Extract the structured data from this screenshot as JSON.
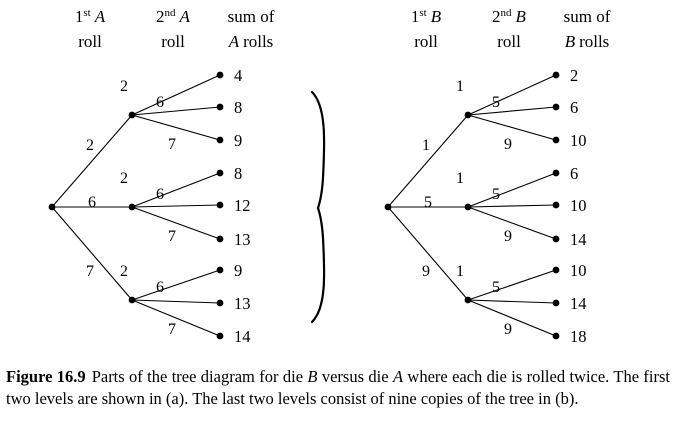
{
  "tree_a": {
    "headers": [
      {
        "ord": "1",
        "sup": "st",
        "var": "A",
        "line2": "roll"
      },
      {
        "ord": "2",
        "sup": "nd",
        "var": "A",
        "line2": "roll"
      },
      {
        "pre": "sum of",
        "var": "A",
        "post": "rolls"
      }
    ],
    "first_labels": [
      "2",
      "6",
      "7"
    ],
    "second_labels": [
      "2",
      "6",
      "7"
    ],
    "sums": [
      [
        "4",
        "8",
        "9"
      ],
      [
        "8",
        "12",
        "13"
      ],
      [
        "9",
        "13",
        "14"
      ]
    ]
  },
  "tree_b": {
    "headers": [
      {
        "ord": "1",
        "sup": "st",
        "var": "B",
        "line2": "roll"
      },
      {
        "ord": "2",
        "sup": "nd",
        "var": "B",
        "line2": "roll"
      },
      {
        "pre": "sum of",
        "var": "B",
        "post": "rolls"
      }
    ],
    "first_labels": [
      "1",
      "5",
      "9"
    ],
    "second_labels": [
      "1",
      "5",
      "9"
    ],
    "sums": [
      [
        "2",
        "6",
        "10"
      ],
      [
        "6",
        "10",
        "14"
      ],
      [
        "10",
        "14",
        "18"
      ]
    ]
  },
  "caption": {
    "label": "Figure 16.9",
    "seg1": "Parts of the tree diagram for die ",
    "var1": "B",
    "seg2": " versus die ",
    "var2": "A",
    "seg3": " where each die is rolled twice. The first two levels are shown in (a). The last two levels consist of nine copies of the tree in (b)."
  }
}
